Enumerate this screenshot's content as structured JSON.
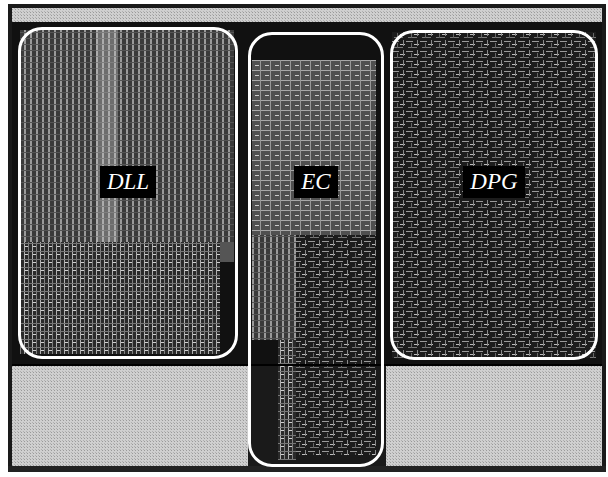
{
  "diagram": {
    "nodes": [
      {
        "text": [
          "DLL"
        ]
      },
      {
        "text": [
          "EC"
        ]
      },
      {
        "text": [
          "DPG"
        ]
      }
    ]
  }
}
